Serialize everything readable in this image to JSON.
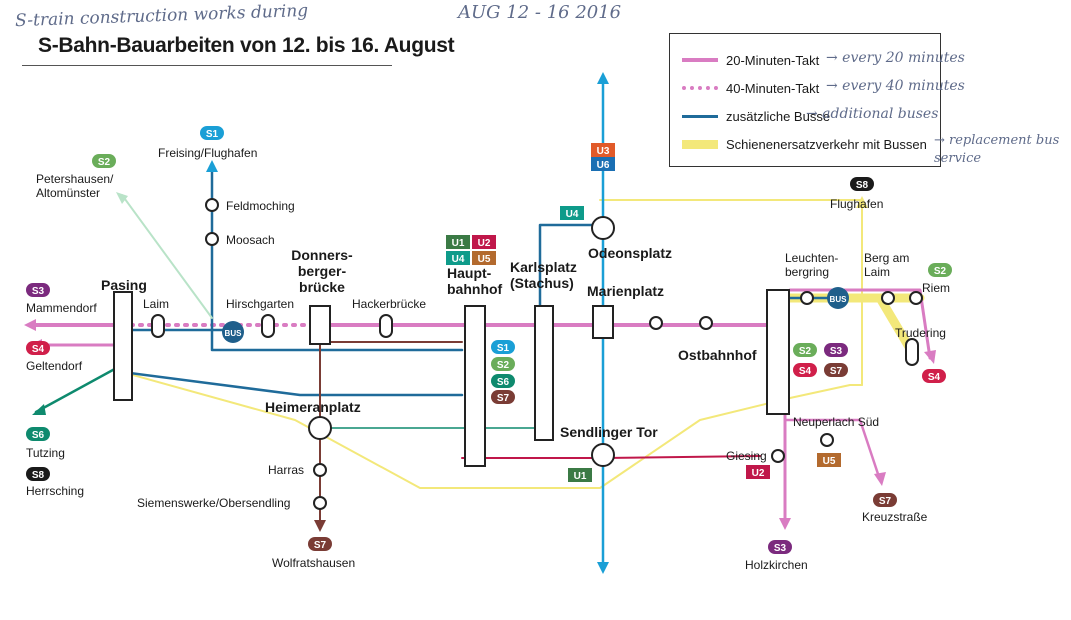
{
  "title": "S-Bahn-Bauarbeiten von 12. bis 16. August",
  "handwritten_title": "S-train construction works during",
  "handwritten_date": "AUG 12 - 16 2016",
  "legend": {
    "items": [
      {
        "key": "pink-solid",
        "label": "20-Minuten-Takt",
        "note": "→ every 20 minutes"
      },
      {
        "key": "pink-dotted",
        "label": "40-Minuten-Takt",
        "note": "→ every 40 minutes"
      },
      {
        "key": "blue-solid",
        "label": "zusätzliche Busse",
        "note": "→ additional buses"
      },
      {
        "key": "yellow-band",
        "label": "Schienenersatzverkehr mit Bussen",
        "note": "→ replacement bus service"
      }
    ]
  },
  "colors": {
    "s1": "#1a9fd6",
    "s2": "#6aad5a",
    "s3": "#7b2a7e",
    "s4": "#d01f4a",
    "s6": "#0e8a6e",
    "s7": "#7a3c35",
    "s8": "#1a1a1a",
    "u1": "#3b7a45",
    "u2": "#c0174a",
    "u3": "#e15a29",
    "u4": "#0e9b8a",
    "u5": "#b36a2e",
    "u6": "#1a6fb3",
    "pink": "#d97cc2",
    "blue": "#1f6b9a",
    "yellow": "#f3e87a",
    "stroke": "#222222",
    "bus": "#1f5f8b"
  },
  "stations": {
    "pasing": "Pasing",
    "laim": "Laim",
    "hirschgarten": "Hirschgarten",
    "donnersbergerbruecke": "Donners-\nberger-\nbrücke",
    "hackerbruecke": "Hackerbrücke",
    "hauptbahnhof": "Haupt-\nbahnhof",
    "karlsplatz": "Karlsplatz\n(Stachus)",
    "marienplatz": "Marienplatz",
    "odeonsplatz": "Odeonsplatz",
    "ostbahnhof": "Ostbahnhof",
    "sendlinger_tor": "Sendlinger Tor",
    "heimeranplatz": "Heimeranplatz",
    "harras": "Harras",
    "siemenswerke": "Siemenswerke/Obersendling",
    "feldmoching": "Feldmoching",
    "moosach": "Moosach",
    "leuchtenbergring": "Leuchten-\nbergring",
    "berg_am_laim": "Berg am\nLaim",
    "riem": "Riem",
    "trudering": "Trudering",
    "giesing": "Giesing",
    "neuperlach_sued": "Neuperlach Süd"
  },
  "destinations": {
    "freising": "Freising/Flughafen",
    "petershausen": "Petershausen/\nAltomünster",
    "mammendorf": "Mammendorf",
    "geltendorf": "Geltendorf",
    "tutzing": "Tutzing",
    "herrsching": "Herrsching",
    "wolfratshausen": "Wolfratshausen",
    "flughafen": "Flughafen",
    "holzkirchen": "Holzkirchen",
    "kreuzstrasse": "Kreuzstraße"
  },
  "bus_label": "BUS",
  "badges": [
    {
      "id": "s1-top",
      "text": "S1",
      "color": "s1"
    },
    {
      "id": "s2-top",
      "text": "S2",
      "color": "s2"
    },
    {
      "id": "s3-left",
      "text": "S3",
      "color": "s3"
    },
    {
      "id": "s4-left",
      "text": "S4",
      "color": "s4"
    },
    {
      "id": "s6-left",
      "text": "S6",
      "color": "s6"
    },
    {
      "id": "s8-left",
      "text": "S8",
      "color": "s8"
    },
    {
      "id": "s7-bottom",
      "text": "S7",
      "color": "s7"
    },
    {
      "id": "u1-hbf",
      "text": "U1",
      "color": "u1"
    },
    {
      "id": "u2-hbf",
      "text": "U2",
      "color": "u2"
    },
    {
      "id": "u4-hbf",
      "text": "U4",
      "color": "u4"
    },
    {
      "id": "u5-hbf",
      "text": "U5",
      "color": "u5"
    },
    {
      "id": "u3-top",
      "text": "U3",
      "color": "u3"
    },
    {
      "id": "u6-top",
      "text": "U6",
      "color": "u6"
    },
    {
      "id": "u4-odeon",
      "text": "U4",
      "color": "u4"
    },
    {
      "id": "s1-hbf",
      "text": "S1",
      "color": "s1"
    },
    {
      "id": "s2-hbf",
      "text": "S2",
      "color": "s2"
    },
    {
      "id": "s6-hbf",
      "text": "S6",
      "color": "s6"
    },
    {
      "id": "s7-hbf",
      "text": "S7",
      "color": "s7"
    },
    {
      "id": "u1-bottom",
      "text": "U1",
      "color": "u1"
    },
    {
      "id": "s8-right",
      "text": "S8",
      "color": "s8"
    },
    {
      "id": "s2-right",
      "text": "S2",
      "color": "s2"
    },
    {
      "id": "s2-ost",
      "text": "S2",
      "color": "s2"
    },
    {
      "id": "s3-ost",
      "text": "S3",
      "color": "s3"
    },
    {
      "id": "s4-ost",
      "text": "S4",
      "color": "s4"
    },
    {
      "id": "s7-ost",
      "text": "S7",
      "color": "s7"
    },
    {
      "id": "s4-right",
      "text": "S4",
      "color": "s4"
    },
    {
      "id": "u2-giesing",
      "text": "U2",
      "color": "u2"
    },
    {
      "id": "u5-neuperlach",
      "text": "U5",
      "color": "u5"
    },
    {
      "id": "s7-kreuz",
      "text": "S7",
      "color": "s7"
    },
    {
      "id": "s3-holz",
      "text": "S3",
      "color": "s3"
    }
  ]
}
